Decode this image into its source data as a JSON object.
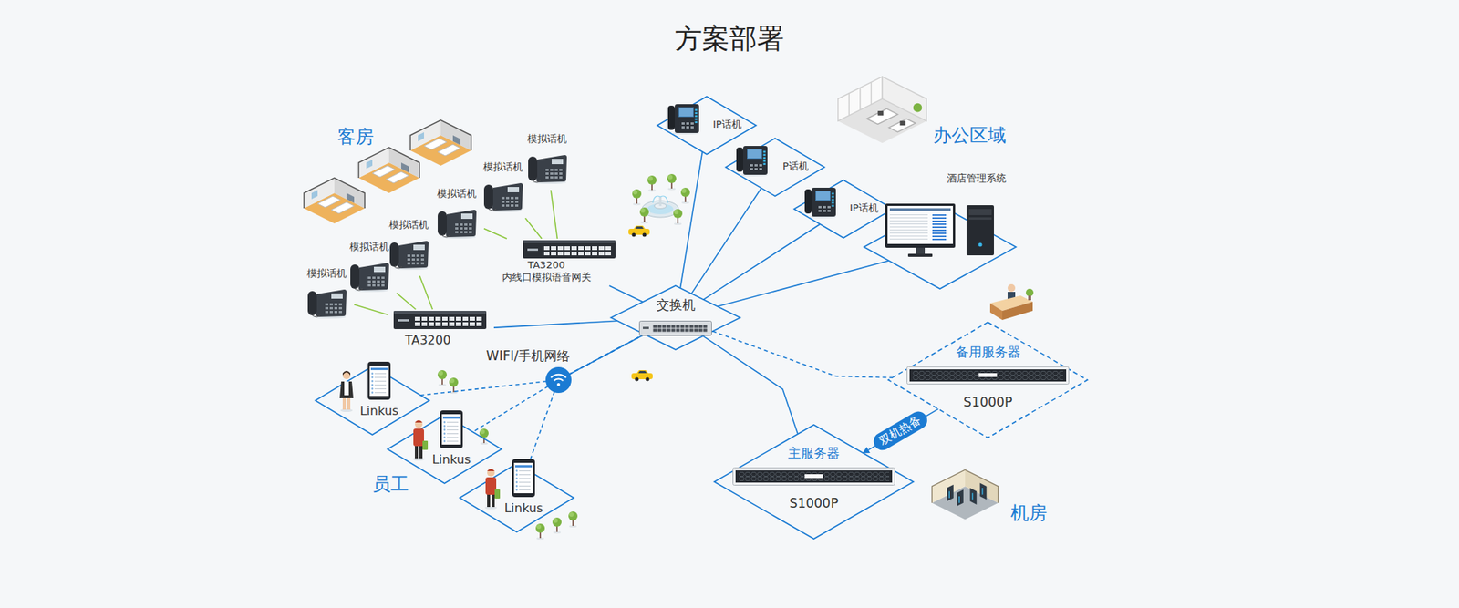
{
  "diagram": {
    "title": "方案部署",
    "nodes": [
      {
        "text": [
          "模拟话机"
        ]
      },
      {
        "text": [
          "模拟话机"
        ]
      },
      {
        "text": [
          "模拟话机"
        ]
      },
      {
        "text": [
          "模拟话机"
        ]
      },
      {
        "text": [
          "模拟话机"
        ]
      },
      {
        "text": [
          "模拟话机"
        ]
      },
      {
        "text": [
          "TA3200",
          "内线口模拟语音网关"
        ]
      },
      {
        "text": [
          "TA3200"
        ]
      },
      {
        "text": [
          "IP话机"
        ]
      },
      {
        "text": [
          "P话机"
        ]
      },
      {
        "text": [
          "IP话机"
        ]
      },
      {
        "text": [
          "酒店管理系统"
        ]
      },
      {
        "text": [
          "交换机"
        ]
      },
      {
        "text": [
          "Linkus"
        ]
      },
      {
        "text": [
          "Linkus"
        ]
      },
      {
        "text": [
          "Linkus"
        ]
      },
      {
        "text": [
          "备用服务器",
          "S1000P"
        ]
      },
      {
        "text": [
          "主服务器",
          "S1000P"
        ]
      }
    ],
    "edges": [
      {
        "from": 0,
        "to": 6,
        "arrow": "none"
      },
      {
        "from": 1,
        "to": 6,
        "arrow": "none"
      },
      {
        "from": 2,
        "to": 6,
        "arrow": "none"
      },
      {
        "from": 3,
        "to": 7,
        "arrow": "none"
      },
      {
        "from": 4,
        "to": 7,
        "arrow": "none"
      },
      {
        "from": 5,
        "to": 7,
        "arrow": "none"
      },
      {
        "from": 6,
        "to": 12,
        "arrow": "none"
      },
      {
        "from": 7,
        "to": 12,
        "arrow": "none"
      },
      {
        "from": 12,
        "to": 8,
        "arrow": "none"
      },
      {
        "from": 12,
        "to": 9,
        "arrow": "none"
      },
      {
        "from": 12,
        "to": 10,
        "arrow": "none"
      },
      {
        "from": 12,
        "to": 11,
        "arrow": "none"
      },
      {
        "from": 12,
        "to": 13,
        "arrow": "none"
      },
      {
        "from": 12,
        "to": 14,
        "arrow": "none"
      },
      {
        "from": 12,
        "to": 15,
        "arrow": "none"
      },
      {
        "from": 12,
        "to": 17,
        "arrow": "none"
      },
      {
        "from": 12,
        "to": 16,
        "arrow": "none"
      },
      {
        "from": 16,
        "to": 17,
        "label": "双机热备",
        "arrow": "to"
      }
    ],
    "labels": [
      "客房",
      "办公区域",
      "WIFI/手机网络",
      "员工",
      "机房"
    ]
  }
}
